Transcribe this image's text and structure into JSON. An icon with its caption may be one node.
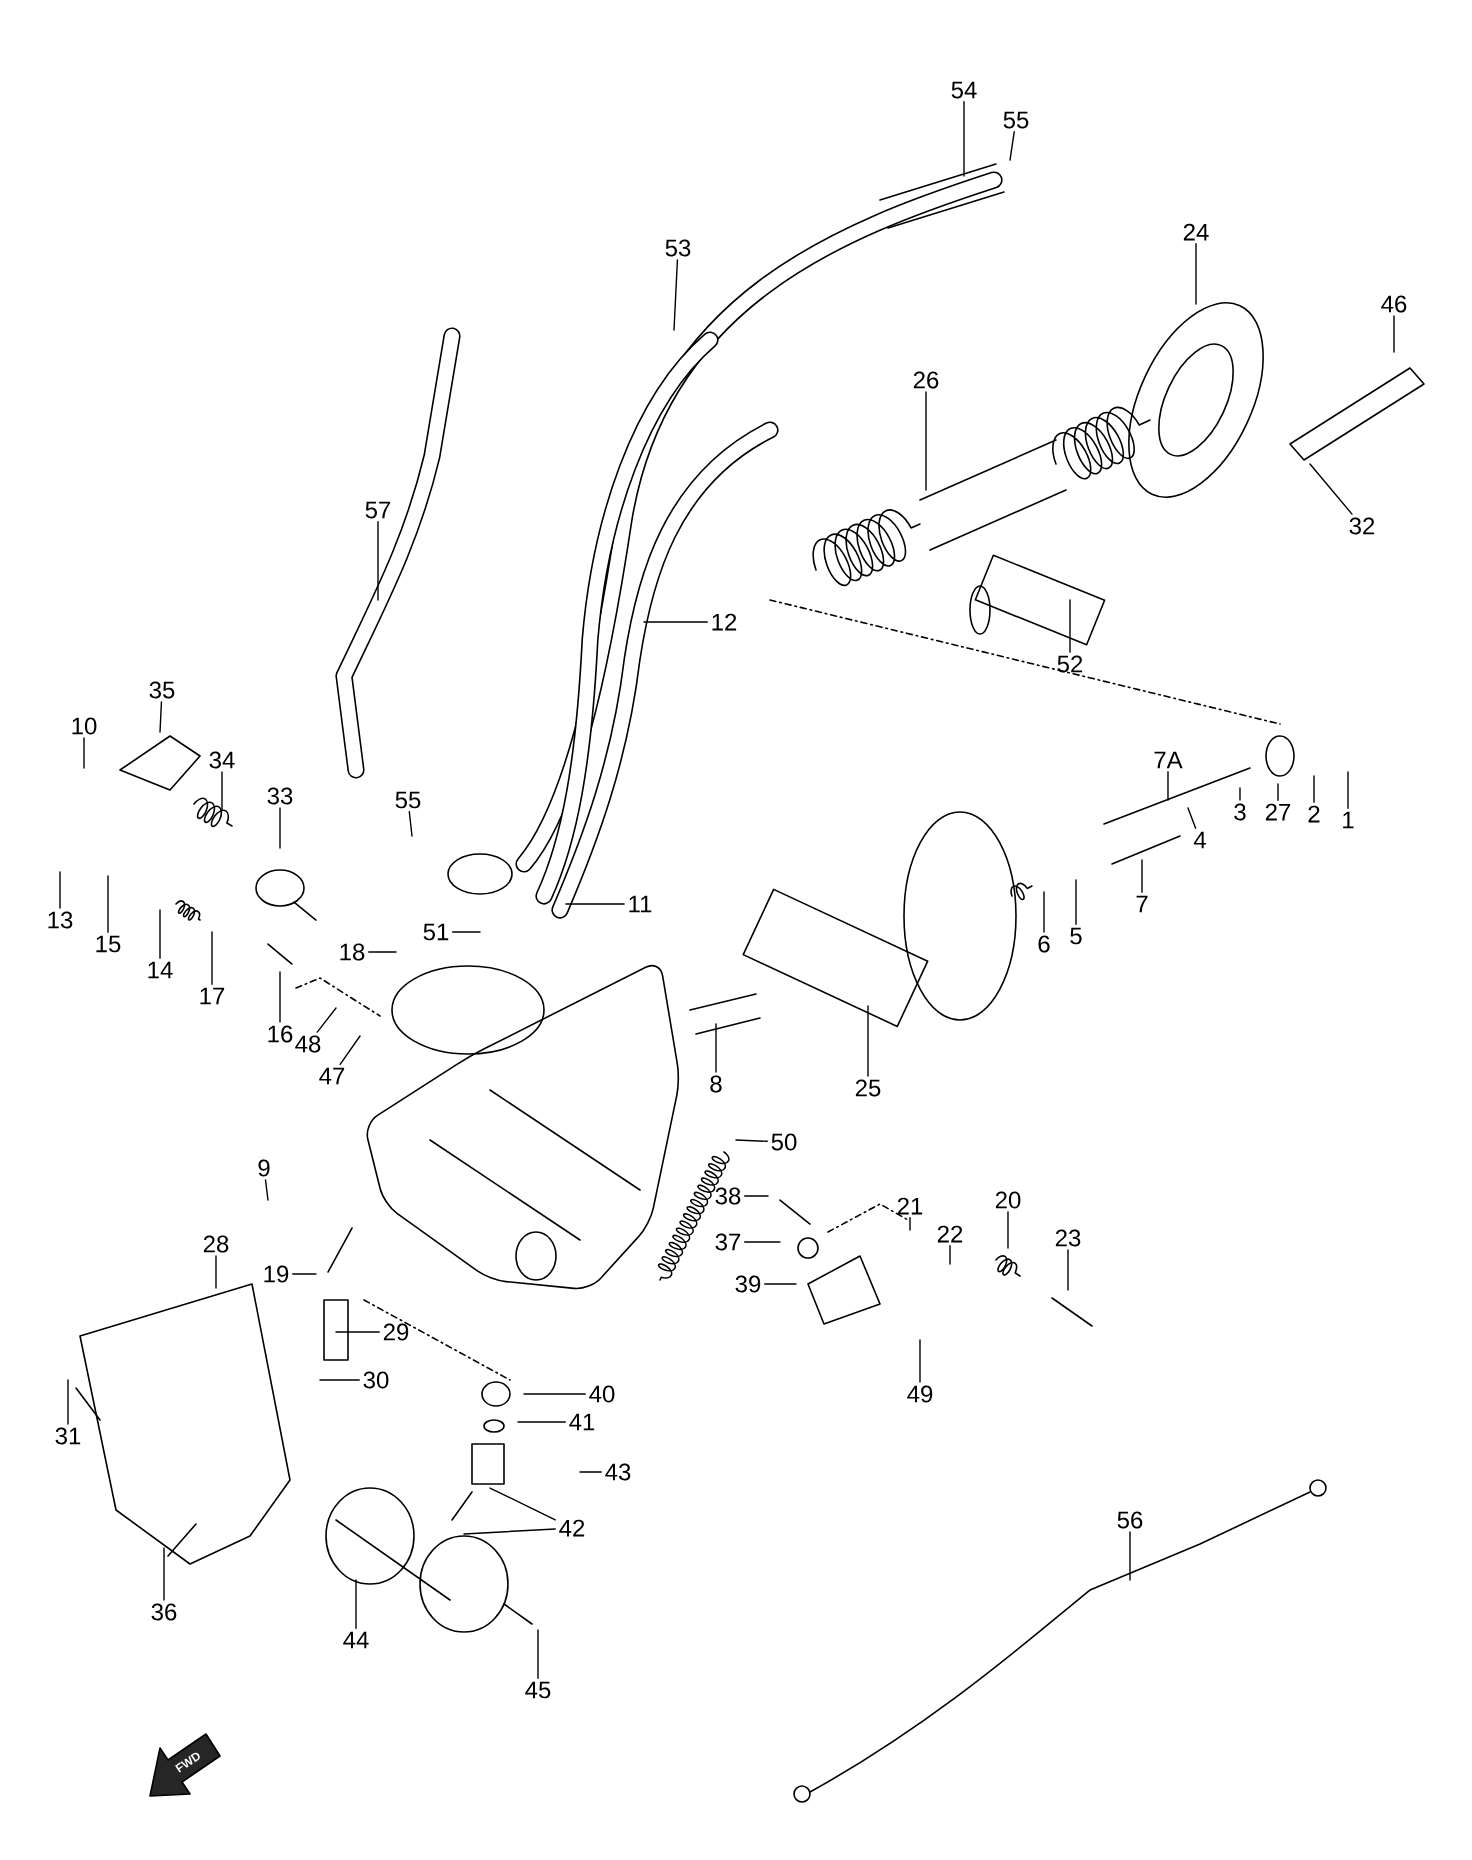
{
  "diagram": {
    "nodes": [
      {
        "text": [
          "55"
        ]
      },
      {
        "text": [
          "54"
        ]
      },
      {
        "text": [
          "53"
        ]
      },
      {
        "text": [
          "24"
        ]
      },
      {
        "text": [
          "46"
        ]
      },
      {
        "text": [
          "26"
        ]
      },
      {
        "text": [
          "32"
        ]
      },
      {
        "text": [
          "57"
        ]
      },
      {
        "text": [
          "12"
        ]
      },
      {
        "text": [
          "52"
        ]
      },
      {
        "text": [
          "35"
        ]
      },
      {
        "text": [
          "10"
        ]
      },
      {
        "text": [
          "34"
        ]
      },
      {
        "text": [
          "33"
        ]
      },
      {
        "text": [
          "7A"
        ]
      },
      {
        "text": [
          "1"
        ]
      },
      {
        "text": [
          "2"
        ]
      },
      {
        "text": [
          "27"
        ]
      },
      {
        "text": [
          "3"
        ]
      },
      {
        "text": [
          "4"
        ]
      },
      {
        "text": [
          "55"
        ]
      },
      {
        "text": [
          "13"
        ]
      },
      {
        "text": [
          "15"
        ]
      },
      {
        "text": [
          "14"
        ]
      },
      {
        "text": [
          "17"
        ]
      },
      {
        "text": [
          "11"
        ]
      },
      {
        "text": [
          "7"
        ]
      },
      {
        "text": [
          "6"
        ]
      },
      {
        "text": [
          "5"
        ]
      },
      {
        "text": [
          "18"
        ]
      },
      {
        "text": [
          "51"
        ]
      },
      {
        "text": [
          "16"
        ]
      },
      {
        "text": [
          "48"
        ]
      },
      {
        "text": [
          "47"
        ]
      },
      {
        "text": [
          "8"
        ]
      },
      {
        "text": [
          "25"
        ]
      },
      {
        "text": [
          "50"
        ]
      },
      {
        "text": [
          "9"
        ]
      },
      {
        "text": [
          "21"
        ]
      },
      {
        "text": [
          "22"
        ]
      },
      {
        "text": [
          "38"
        ]
      },
      {
        "text": [
          "20"
        ]
      },
      {
        "text": [
          "23"
        ]
      },
      {
        "text": [
          "28"
        ]
      },
      {
        "text": [
          "37"
        ]
      },
      {
        "text": [
          "19"
        ]
      },
      {
        "text": [
          "39"
        ]
      },
      {
        "text": [
          "29"
        ]
      },
      {
        "text": [
          "49"
        ]
      },
      {
        "text": [
          "40"
        ]
      },
      {
        "text": [
          "30"
        ]
      },
      {
        "text": [
          "41"
        ]
      },
      {
        "text": [
          "31"
        ]
      },
      {
        "text": [
          "43"
        ]
      },
      {
        "text": [
          "42"
        ]
      },
      {
        "text": [
          "36"
        ]
      },
      {
        "text": [
          "56"
        ]
      },
      {
        "text": [
          "44"
        ]
      },
      {
        "text": [
          "45"
        ]
      }
    ],
    "edges": [
      {
        "from": 0,
        "to": null,
        "arrow": "none"
      },
      {
        "from": 1,
        "to": null,
        "arrow": "none"
      },
      {
        "from": 2,
        "to": null,
        "arrow": "none"
      },
      {
        "from": 3,
        "to": null,
        "arrow": "none"
      },
      {
        "from": 4,
        "to": null,
        "arrow": "none"
      },
      {
        "from": 5,
        "to": null,
        "arrow": "none"
      },
      {
        "from": 6,
        "to": null,
        "arrow": "none"
      },
      {
        "from": 7,
        "to": null,
        "arrow": "none"
      },
      {
        "from": 8,
        "to": null,
        "arrow": "none"
      },
      {
        "from": 9,
        "to": null,
        "arrow": "none"
      },
      {
        "from": 10,
        "to": null,
        "arrow": "none"
      },
      {
        "from": 11,
        "to": null,
        "arrow": "none"
      },
      {
        "from": 12,
        "to": null,
        "arrow": "none"
      },
      {
        "from": 13,
        "to": null,
        "arrow": "none"
      },
      {
        "from": 14,
        "to": null,
        "arrow": "none"
      },
      {
        "from": 15,
        "to": null,
        "arrow": "none"
      },
      {
        "from": 16,
        "to": null,
        "arrow": "none"
      },
      {
        "from": 17,
        "to": null,
        "arrow": "none"
      },
      {
        "from": 18,
        "to": null,
        "arrow": "none"
      },
      {
        "from": 19,
        "to": null,
        "arrow": "none"
      },
      {
        "from": 20,
        "to": null,
        "arrow": "none"
      },
      {
        "from": 21,
        "to": null,
        "arrow": "none"
      },
      {
        "from": 22,
        "to": null,
        "arrow": "none"
      },
      {
        "from": 23,
        "to": null,
        "arrow": "none"
      },
      {
        "from": 24,
        "to": null,
        "arrow": "none"
      },
      {
        "from": 25,
        "to": null,
        "arrow": "none"
      },
      {
        "from": 26,
        "to": null,
        "arrow": "none"
      },
      {
        "from": 27,
        "to": null,
        "arrow": "none"
      },
      {
        "from": 28,
        "to": null,
        "arrow": "none"
      },
      {
        "from": 29,
        "to": null,
        "arrow": "none"
      },
      {
        "from": 30,
        "to": null,
        "arrow": "none"
      },
      {
        "from": 31,
        "to": null,
        "arrow": "none"
      },
      {
        "from": 32,
        "to": null,
        "arrow": "none"
      },
      {
        "from": 33,
        "to": null,
        "arrow": "none"
      },
      {
        "from": 34,
        "to": null,
        "arrow": "none"
      },
      {
        "from": 35,
        "to": null,
        "arrow": "none"
      },
      {
        "from": 36,
        "to": null,
        "arrow": "none"
      },
      {
        "from": 37,
        "to": null,
        "arrow": "none"
      },
      {
        "from": 38,
        "to": null,
        "arrow": "none"
      },
      {
        "from": 39,
        "to": null,
        "arrow": "none"
      },
      {
        "from": 40,
        "to": null,
        "arrow": "none"
      },
      {
        "from": 41,
        "to": null,
        "arrow": "none"
      },
      {
        "from": 42,
        "to": null,
        "arrow": "none"
      },
      {
        "from": 43,
        "to": null,
        "arrow": "none"
      },
      {
        "from": 44,
        "to": null,
        "arrow": "none"
      },
      {
        "from": 45,
        "to": null,
        "arrow": "none"
      },
      {
        "from": 46,
        "to": null,
        "arrow": "none"
      },
      {
        "from": 47,
        "to": null,
        "arrow": "none"
      },
      {
        "from": 48,
        "to": null,
        "arrow": "none"
      },
      {
        "from": 49,
        "to": null,
        "arrow": "none"
      },
      {
        "from": 50,
        "to": null,
        "arrow": "none"
      },
      {
        "from": 51,
        "to": null,
        "arrow": "none"
      },
      {
        "from": 52,
        "to": null,
        "arrow": "none"
      },
      {
        "from": 53,
        "to": null,
        "arrow": "none"
      },
      {
        "from": 54,
        "to": null,
        "arrow": "none"
      },
      {
        "from": 54,
        "to": null,
        "arrow": "none"
      },
      {
        "from": 55,
        "to": null,
        "arrow": "none"
      },
      {
        "from": 56,
        "to": null,
        "arrow": "none"
      },
      {
        "from": 57,
        "to": null,
        "arrow": "none"
      },
      {
        "from": 58,
        "to": null,
        "arrow": "none"
      }
    ],
    "labels": [
      "FWD"
    ]
  }
}
